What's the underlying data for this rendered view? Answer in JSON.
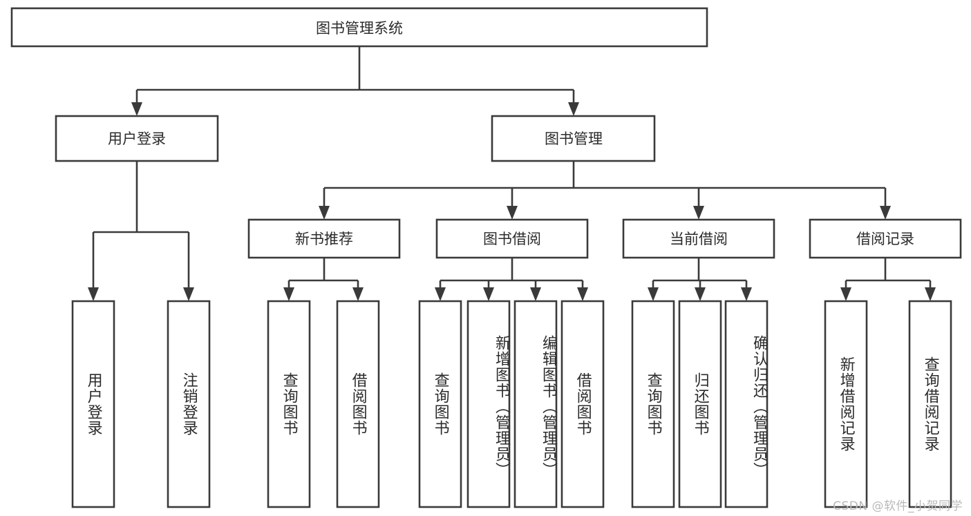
{
  "diagram": {
    "type": "hierarchy-tree",
    "title": "图书管理系统",
    "orientation": "top-down",
    "colors": {
      "box_fill": "#ffffff",
      "box_stroke": "#3a3a3a",
      "text": "#2b2b2b",
      "background": "#ffffff",
      "watermark": "#b9b9b9"
    },
    "root": {
      "label": "图书管理系统"
    },
    "level2": [
      {
        "label": "用户登录"
      },
      {
        "label": "图书管理"
      }
    ],
    "level3": [
      {
        "label": "新书推荐"
      },
      {
        "label": "图书借阅"
      },
      {
        "label": "当前借阅"
      },
      {
        "label": "借阅记录"
      }
    ],
    "leaves": {
      "user_login": [
        {
          "label": "用户登录"
        },
        {
          "label": "注销登录"
        }
      ],
      "new_book_recommend": [
        {
          "label": "查询图书"
        },
        {
          "label": "借阅图书"
        }
      ],
      "book_borrow": [
        {
          "label": "查询图书"
        },
        {
          "label": "新增图书（管理员）"
        },
        {
          "label": "编辑图书（管理员）"
        },
        {
          "label": "借阅图书"
        }
      ],
      "current_borrow": [
        {
          "label": "查询图书"
        },
        {
          "label": "归还图书"
        },
        {
          "label": "确认归还（管理员）"
        }
      ],
      "borrow_record": [
        {
          "label": "新增借阅记录"
        },
        {
          "label": "查询借阅记录"
        }
      ]
    },
    "watermark": "CSDN @软件_小贺同学"
  }
}
